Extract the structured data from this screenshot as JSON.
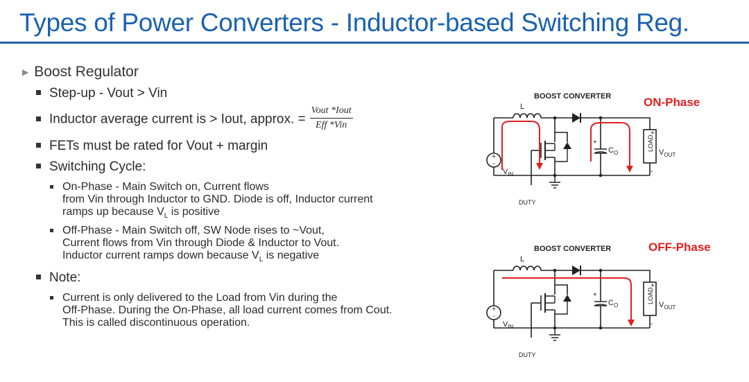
{
  "slide": {
    "title": "Types of Power Converters - Inductor-based Switching Reg.",
    "bullets": {
      "boost": "Boost Regulator",
      "stepup": "Step-up - Vout > Vin",
      "inductor": "Inductor average current is > Iout, approx. =",
      "formula_num": "Vout *Iout",
      "formula_den": "Eff *Vin",
      "fets": "FETs must be rated for Vout + margin",
      "switching": "Switching Cycle:",
      "on_l1": "On-Phase - Main Switch on, Current flows",
      "on_l2": "from Vin through Inductor to GND. Diode is off, Inductor current",
      "on_l3_a": "ramps up because V",
      "on_l3_sub": "L",
      "on_l3_b": " is positive",
      "off_l1": "Off-Phase - Main Switch off, SW Node rises to ~Vout,",
      "off_l2": "Current flows from Vin through Diode & Inductor to Vout.",
      "off_l3_a": "Inductor current ramps down because V",
      "off_l3_sub": "L",
      "off_l3_b": " is negative",
      "note": "Note:",
      "note_l1": "Current is only delivered to the Load from Vin during the",
      "note_l2": "Off-Phase. During the On-Phase, all load current comes from Cout.",
      "note_l3": "This is called discontinuous operation."
    }
  },
  "diagrams": {
    "on": {
      "heading": "BOOST CONVERTER",
      "phase": "ON-Phase",
      "l": "L",
      "vin": "V",
      "vin_sub": "IN",
      "duty": "DUTY",
      "co": "C",
      "co_sub": "O",
      "load": "LOAD",
      "vout": "V",
      "vout_sub": "OUT",
      "plus_cap": "+",
      "plus_out": "+",
      "minus_out": "-"
    },
    "off": {
      "heading": "BOOST CONVERTER",
      "phase": "OFF-Phase",
      "l": "L",
      "vin": "V",
      "vin_sub": "IN",
      "duty": "DUTY",
      "co": "C",
      "co_sub": "O",
      "load": "LOAD",
      "vout": "V",
      "vout_sub": "OUT",
      "plus_cap": "+",
      "plus_out": "+",
      "minus_out": "-"
    }
  },
  "colors": {
    "title": "#1a62b0",
    "rule": "#1f5fa8",
    "arrow": "#e02020"
  }
}
